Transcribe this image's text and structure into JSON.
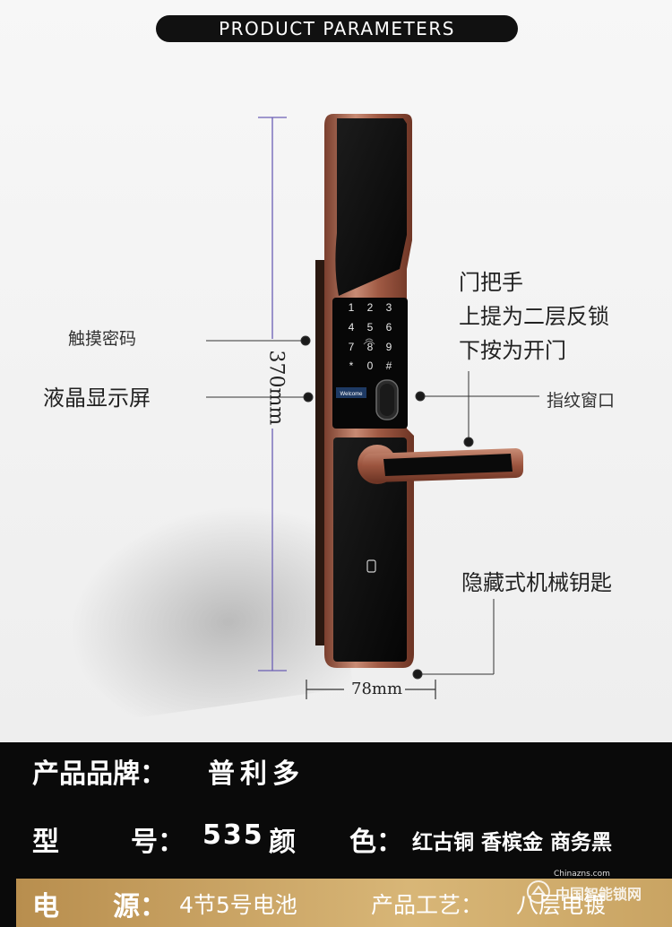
{
  "header": {
    "title": "PRODUCT PARAMETERS"
  },
  "callouts": {
    "touch_password": "触摸密码",
    "lcd_screen": "液晶显示屏",
    "handle_line1": "门把手",
    "handle_line2": "上提为二层反锁",
    "handle_line3": "下按为开门",
    "fingerprint_window": "指纹窗口",
    "hidden_key": "隐藏式机械钥匙"
  },
  "dimensions": {
    "height": "370mm",
    "width": "78mm"
  },
  "lcd": {
    "text": "Welcome"
  },
  "keypad": {
    "keys": [
      "1",
      "2",
      "3",
      "4",
      "5",
      "6",
      "7",
      "8",
      "9",
      "*",
      "0",
      "#"
    ]
  },
  "specs": {
    "brand_label": "产品品牌：",
    "brand_value": "普利多",
    "model_label_1": "型",
    "model_label_2": "号：",
    "model_value": "535",
    "color_label_1": "颜",
    "color_label_2": "色：",
    "color_value": "红古铜  香槟金  商务黑",
    "power_label_1": "电",
    "power_label_2": "源：",
    "power_value": "4节5号电池",
    "process_label": "产品工艺：",
    "process_value": "八层电镀"
  },
  "watermark": {
    "url": "Chinazns.com",
    "name": "中国智能锁网"
  },
  "colors": {
    "bronze": "#a8624a",
    "panel": "#0b0b0b",
    "accent_line": "#6b5fb5",
    "gold_bar": "#d2ae6f"
  }
}
